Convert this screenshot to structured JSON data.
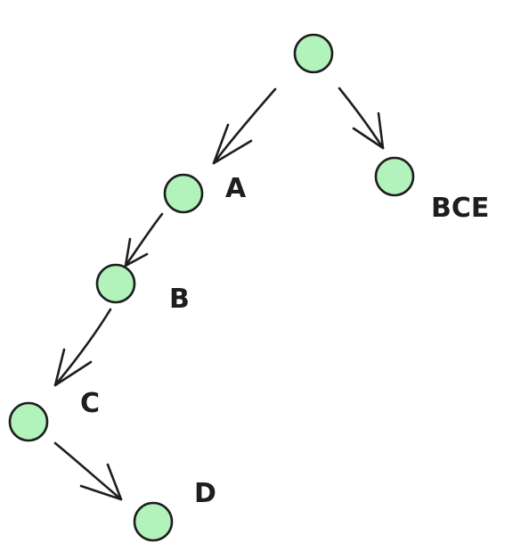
{
  "diagram": {
    "node_fill": "#b2f2bb",
    "stroke_color": "#1e1e1e",
    "nodes": [
      {
        "id": "root",
        "label": ""
      },
      {
        "id": "a",
        "label": "A"
      },
      {
        "id": "bce",
        "label": "BCE"
      },
      {
        "id": "b",
        "label": "B"
      },
      {
        "id": "c",
        "label": "C"
      },
      {
        "id": "d",
        "label": "D"
      }
    ],
    "edges": [
      {
        "from": "root",
        "to": "a"
      },
      {
        "from": "root",
        "to": "bce"
      },
      {
        "from": "a",
        "to": "b"
      },
      {
        "from": "b",
        "to": "c"
      },
      {
        "from": "c",
        "to": "d"
      }
    ]
  }
}
